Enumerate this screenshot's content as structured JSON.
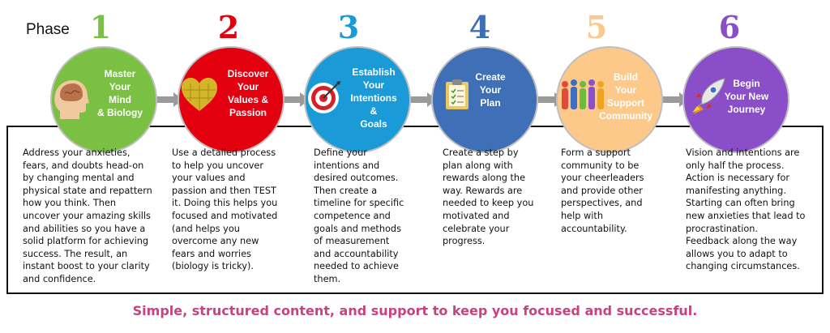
{
  "phase_label": "Phase",
  "tagline": "Simple, structured content, and support to keep you focused and successful.",
  "colors": {
    "phase1": "#7ac143",
    "phase2": "#e3000f",
    "phase3": "#1a9ad6",
    "phase4": "#3f6fb6",
    "phase5": "#fcc98a",
    "phase6": "#8a4fc8",
    "tagline": "#c8437e",
    "arrow": "#9a9a9a"
  },
  "phases": [
    {
      "number": "1",
      "title": "Master\nYour\nMind\n& Biology",
      "icon": "head-brain-icon",
      "description": "Address your anxieties,\nfears, and doubts head-on\nby changing  mental and\nphysical state and repattern\nhow you think. Then\nuncover your amazing skills\nand abilities so you have a\nsolid platform for achieving\nsuccess. The result, an\ninstant boost to your clarity\nand confidence."
    },
    {
      "number": "2",
      "title": "Discover\nYour\nValues &\nPassion",
      "icon": "puzzle-heart-icon",
      "description": "Use a detailed process\nto help you uncover\nyour values and\npassion and then TEST\nit. Doing this helps you\nfocused and motivated\n(and helps you\novercome any new\nfears and worries\n(biology is tricky)."
    },
    {
      "number": "3",
      "title": "Establish\nYour\nIntentions\n&\nGoals",
      "icon": "target-icon",
      "description": "Define your\nintentions and\ndesired outcomes.\nThen create a\ntimeline for specific\ncompetence and\ngoals and methods\nof measurement\nand accountability\nneeded to achieve\nthem."
    },
    {
      "number": "4",
      "title": "Create\nYour\nPlan",
      "icon": "clipboard-icon",
      "description": "Create a step by\nplan along with\nrewards along the\nway. Rewards are\nneeded to keep you\nmotivated and\ncelebrate your\nprogress."
    },
    {
      "number": "5",
      "title": "Build\nYour\nSupport\nCommunity",
      "icon": "people-group-icon",
      "description": "Form a support\ncommunity to be\nyour cheerleaders\nand provide  other\nperspectives, and\nhelp with\naccountability."
    },
    {
      "number": "6",
      "title": "Begin\nYour New\nJourney",
      "icon": "rocket-icon",
      "description": "Vision and intentions are\nonly half the process.\nAction is necessary for\nmanifesting anything.\nStarting can often bring\nnew anxieties that lead to\nprocrastination.\nFeedback along the way\nallows you to adapt to\nchanging circumstances."
    }
  ]
}
